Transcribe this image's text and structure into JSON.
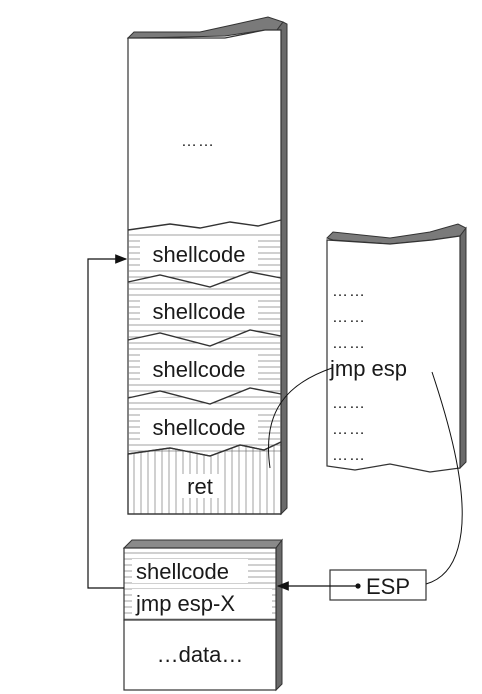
{
  "main_stack": {
    "top_dots": "……",
    "shellcode_blocks": [
      "shellcode",
      "shellcode",
      "shellcode",
      "shellcode"
    ],
    "ret_label": "ret"
  },
  "code_column": {
    "dots_above": [
      "……",
      "……",
      "……"
    ],
    "instruction": "jmp esp",
    "dots_below": [
      "……",
      "……",
      "……"
    ]
  },
  "small_stack": {
    "line1": "shellcode",
    "line2": "jmp esp-X",
    "data_label": "…data…"
  },
  "esp_register": {
    "label": "ESP"
  }
}
